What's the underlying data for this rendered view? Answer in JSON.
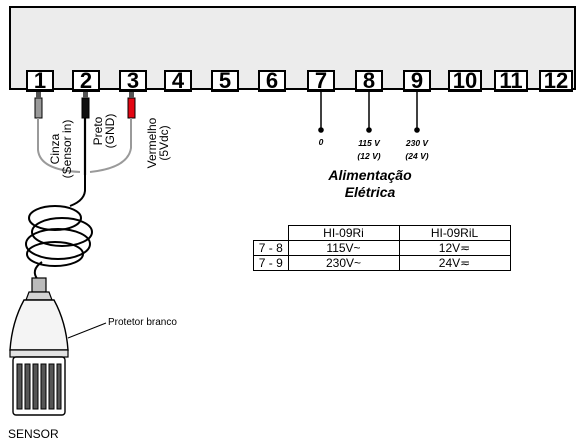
{
  "terminals": [
    "1",
    "2",
    "3",
    "4",
    "5",
    "6",
    "7",
    "8",
    "9",
    "10",
    "11",
    "12"
  ],
  "wires": {
    "gray": "Cinza\n(Sensor in)",
    "black": "Preto\n(GND)",
    "red": "Vermelho\n(5Vdc)"
  },
  "power_terminals": {
    "t7": "0",
    "t8": "115 V\n(12 V)",
    "t9": "230 V\n(24 V)"
  },
  "power_heading": "Alimentação\nElétrica",
  "sensor_callout": "Protetor branco",
  "sensor_label": "SENSOR",
  "table": {
    "headers": [
      "HI-09Ri",
      "HI-09RiL"
    ],
    "rows": [
      {
        "term": "7 - 8",
        "ri": "115V~",
        "ril": "12V≂"
      },
      {
        "term": "7 - 9",
        "ri": "230V~",
        "ril": "24V≂"
      }
    ]
  },
  "colors": {
    "device_fill": "#ececec",
    "wire_gray": "#9a9a9a",
    "wire_black": "#000000",
    "wire_red": "#e30613"
  }
}
